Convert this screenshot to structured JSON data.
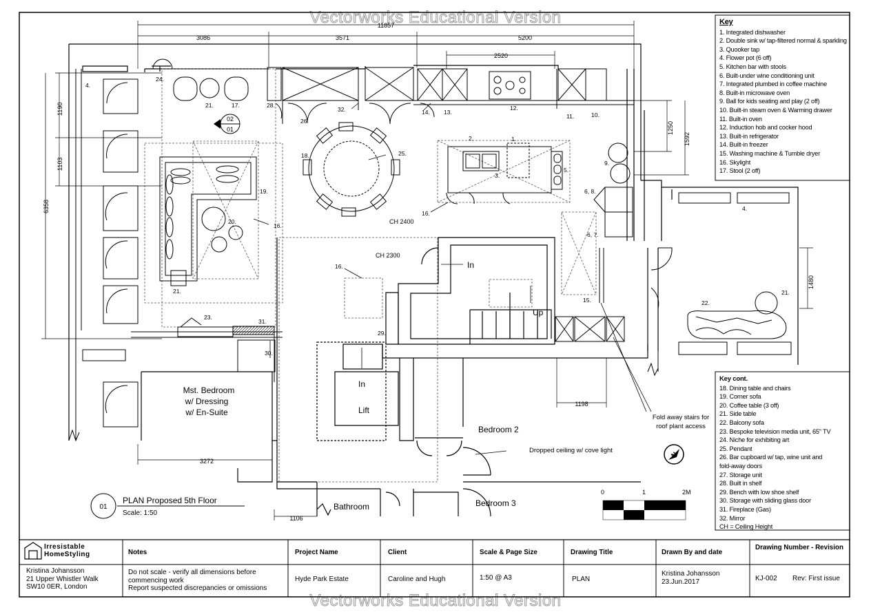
{
  "watermark": "Vectorworks Educational Version",
  "plan": {
    "title": "PLAN  Proposed 5th Floor",
    "scale": "Scale: 1:50",
    "bubble": "01",
    "section_marker": {
      "top": "02",
      "bottom": "01"
    }
  },
  "dimensions": {
    "overall_width": "11857",
    "d3086": "3086",
    "d3571": "3571",
    "d5200": "5200",
    "d2520": "2520",
    "d1190": "1190",
    "d1103": "1103",
    "d6358": "6358",
    "d1250": "1250",
    "d1592": "1592",
    "d1480": "1480",
    "d1198": "1198",
    "d3272": "3272",
    "d1106": "1106"
  },
  "rooms": {
    "master_line1": "Mst. Bedroom",
    "master_line2": "w/ Dressing",
    "master_line3": "w/ En-Suite",
    "bedroom2": "Bedroom 2",
    "bedroom3": "Bedroom 3",
    "bathroom": "Bathroom",
    "lift_in": "In",
    "lift": "Lift",
    "in_top": "In",
    "up": "Up",
    "ch2400": "CH 2400",
    "ch2300": "CH 2300"
  },
  "annotations": {
    "fold_line1": "Fold away stairs for",
    "fold_line2": "roof plant access",
    "dropped_ceiling": "Dropped ceiling w/ cove light"
  },
  "tags": {
    "t1": "1.",
    "t2": "2.",
    "t3": "3.",
    "t4a": "4.",
    "t4b": "4.",
    "t5": "5.",
    "t68": "6, 8.",
    "t67": "6, 7.",
    "t9": "9.",
    "t10": "10.",
    "t11": "11.",
    "t12": "12.",
    "t13": "13.",
    "t14": "14.",
    "t15": "15.",
    "t16a": "16.",
    "t16b": "16.",
    "t16c": "16.",
    "t17": "17.",
    "t18": "18.",
    "t19": "19.",
    "t20": "20.",
    "t21a": "21.",
    "t21b": "21.",
    "t21c": "21.",
    "t22": "22.",
    "t23": "23.",
    "t24": "24.",
    "t25": "25.",
    "t26": "26.",
    "t28": "28.",
    "t29": "29.",
    "t30": "30.",
    "t31": "31.",
    "t32": "32."
  },
  "scalebar": {
    "zero": "0",
    "one": "1",
    "two": "2M"
  },
  "key": {
    "title": "Key",
    "items": [
      "1. Integrated dishwasher",
      "2. Double sink w/ tap-filtered normal & sparkling",
      "3. Quooker tap",
      "4. Flower pot (6 off)",
      "5. Kitchen bar with stools",
      "6. Built-under wine conditioning unit",
      "7. Integrated plumbed in coffee machine",
      "8. Built-in microwave oven",
      "9. Ball for kids seating and play (2 off)",
      "10. Built-in steam oven & Warming drawer",
      "11. Built-in oven",
      "12. Induction hob and cocker hood",
      "13. Built-in refrigerator",
      "14. Built-in freezer",
      "15. Washing machine & Tumble dryer",
      "16. Skylight",
      "17. Stool (2 off)"
    ]
  },
  "key_cont": {
    "title": "Key cont.",
    "items": [
      "18. Dining table and chairs",
      "19. Corner sofa",
      "20. Coffee table (3 off)",
      "21. Side table",
      "22. Balcony sofa",
      "23. Bespoke television media unit, 65\" TV",
      "24. Niche for exhibiting art",
      "25. Pendant",
      "26. Bar cupboard w/ tap, wine unit and",
      "fold-away doors",
      "27. Storage unit",
      "28. Built in shelf",
      "29. Bench with low shoe shelf",
      "30. Storage with sliding glass door",
      "31. Fireplace (Gas)",
      "32. Mirror",
      "CH = Ceiling Height"
    ]
  },
  "titleblock": {
    "company_line1": "Irresistable",
    "company_line2": "HomeStyling",
    "address_line1": "Kristina Johansson",
    "address_line2": "21 Upper Whistler Walk",
    "address_line3": "SW10 0ER, London",
    "notes_header": "Notes",
    "notes_line1": "Do not scale - verify all dimensions before",
    "notes_line2": "commencing work",
    "notes_line3": "Report suspected discrepancies or omissions",
    "project_header": "Project Name",
    "project_value": "Hyde Park Estate",
    "client_header": "Client",
    "client_value": "Caroline and Hugh",
    "scale_header": "Scale & Page Size",
    "scale_value": "1:50 @ A3",
    "drawing_title_header": "Drawing Title",
    "drawing_title_value": "PLAN",
    "drawn_header": "Drawn By and date",
    "drawn_name": "Kristina Johansson",
    "drawn_date": "23.Jun.2017",
    "number_header": "Drawing Number - Revision",
    "number_value": "KJ-002",
    "revision_value": "Rev: First issue"
  }
}
